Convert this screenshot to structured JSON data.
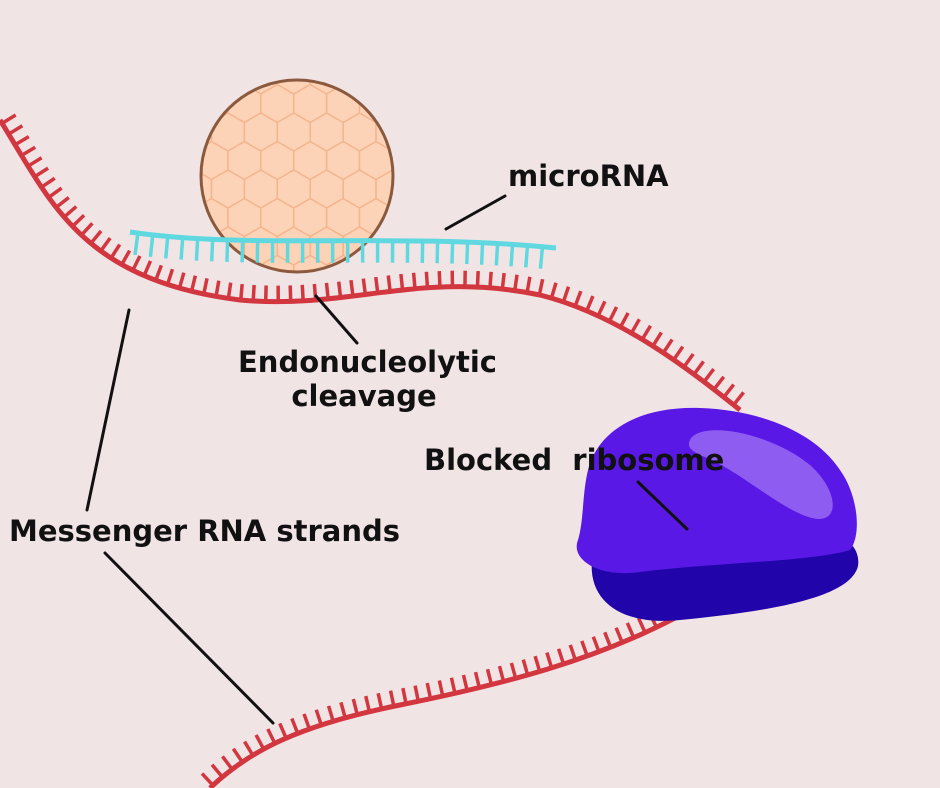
{
  "labels": {
    "microrna": "microRNA",
    "cleavage_line1": "Endonucleolytic",
    "cleavage_line2": "cleavage",
    "ribosome": "Blocked  ribosome",
    "mrna": "Messenger RNA strands"
  },
  "colors": {
    "background": "#f1e4e5",
    "mrna_strand": "#d2363f",
    "microrna_strand": "#5fd8e0",
    "nuclease_fill": "#fdd3b8",
    "nuclease_outline": "#8b5a3e",
    "nuclease_pattern": "#f4b58e",
    "ribosome_top": "#5a18e6",
    "ribosome_bottom": "#2205aa",
    "ribosome_highlight": "#8f5cf2",
    "leader_line": "#111111"
  },
  "icons": {
    "nuclease": "hexagon-patterned-sphere",
    "ribosome": "ribosome-blob"
  }
}
